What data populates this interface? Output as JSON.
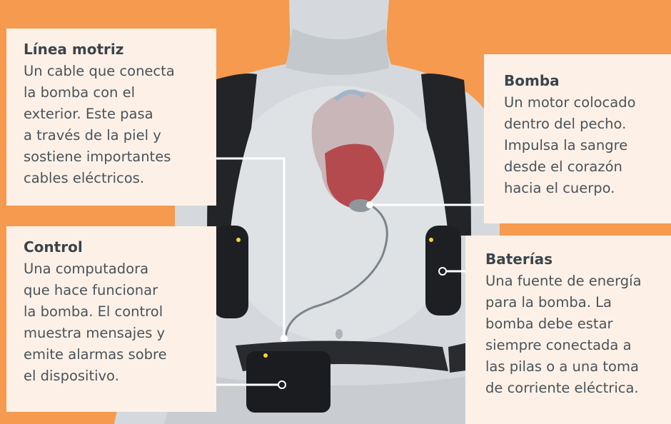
{
  "colors": {
    "background": "#f59a4e",
    "callout_background": "#fdf1e7",
    "text": "#3e4750",
    "leader_line": "#ffffff",
    "device_black": "#1e1f22",
    "indicator_yellow": "#f5d53b",
    "heart_red": "#b44a4e"
  },
  "callouts": {
    "linea": {
      "title": "Línea motriz",
      "desc": "Un cable que conecta\nla bomba con el\nexterior. Este pasa\na través de la piel y\nsostiene importantes\ncables eléctricos."
    },
    "control": {
      "title": "Control",
      "desc": "Una computadora\nque hace funcionar\nla bomba. El control\nmuestra mensajes y\nemite alarmas sobre\nel dispositivo."
    },
    "bomba": {
      "title": "Bomba",
      "desc": "Un motor colocado\ndentro del pecho.\nImpulsa la sangre\ndesde el corazón\nhacia el cuerpo."
    },
    "baterias": {
      "title": "Baterías",
      "desc": "Una fuente de energía\npara la bomba. La\nbomba debe estar\nsiempre conectada a\nlas pilas o a una toma\nde corriente eléctrica."
    }
  }
}
